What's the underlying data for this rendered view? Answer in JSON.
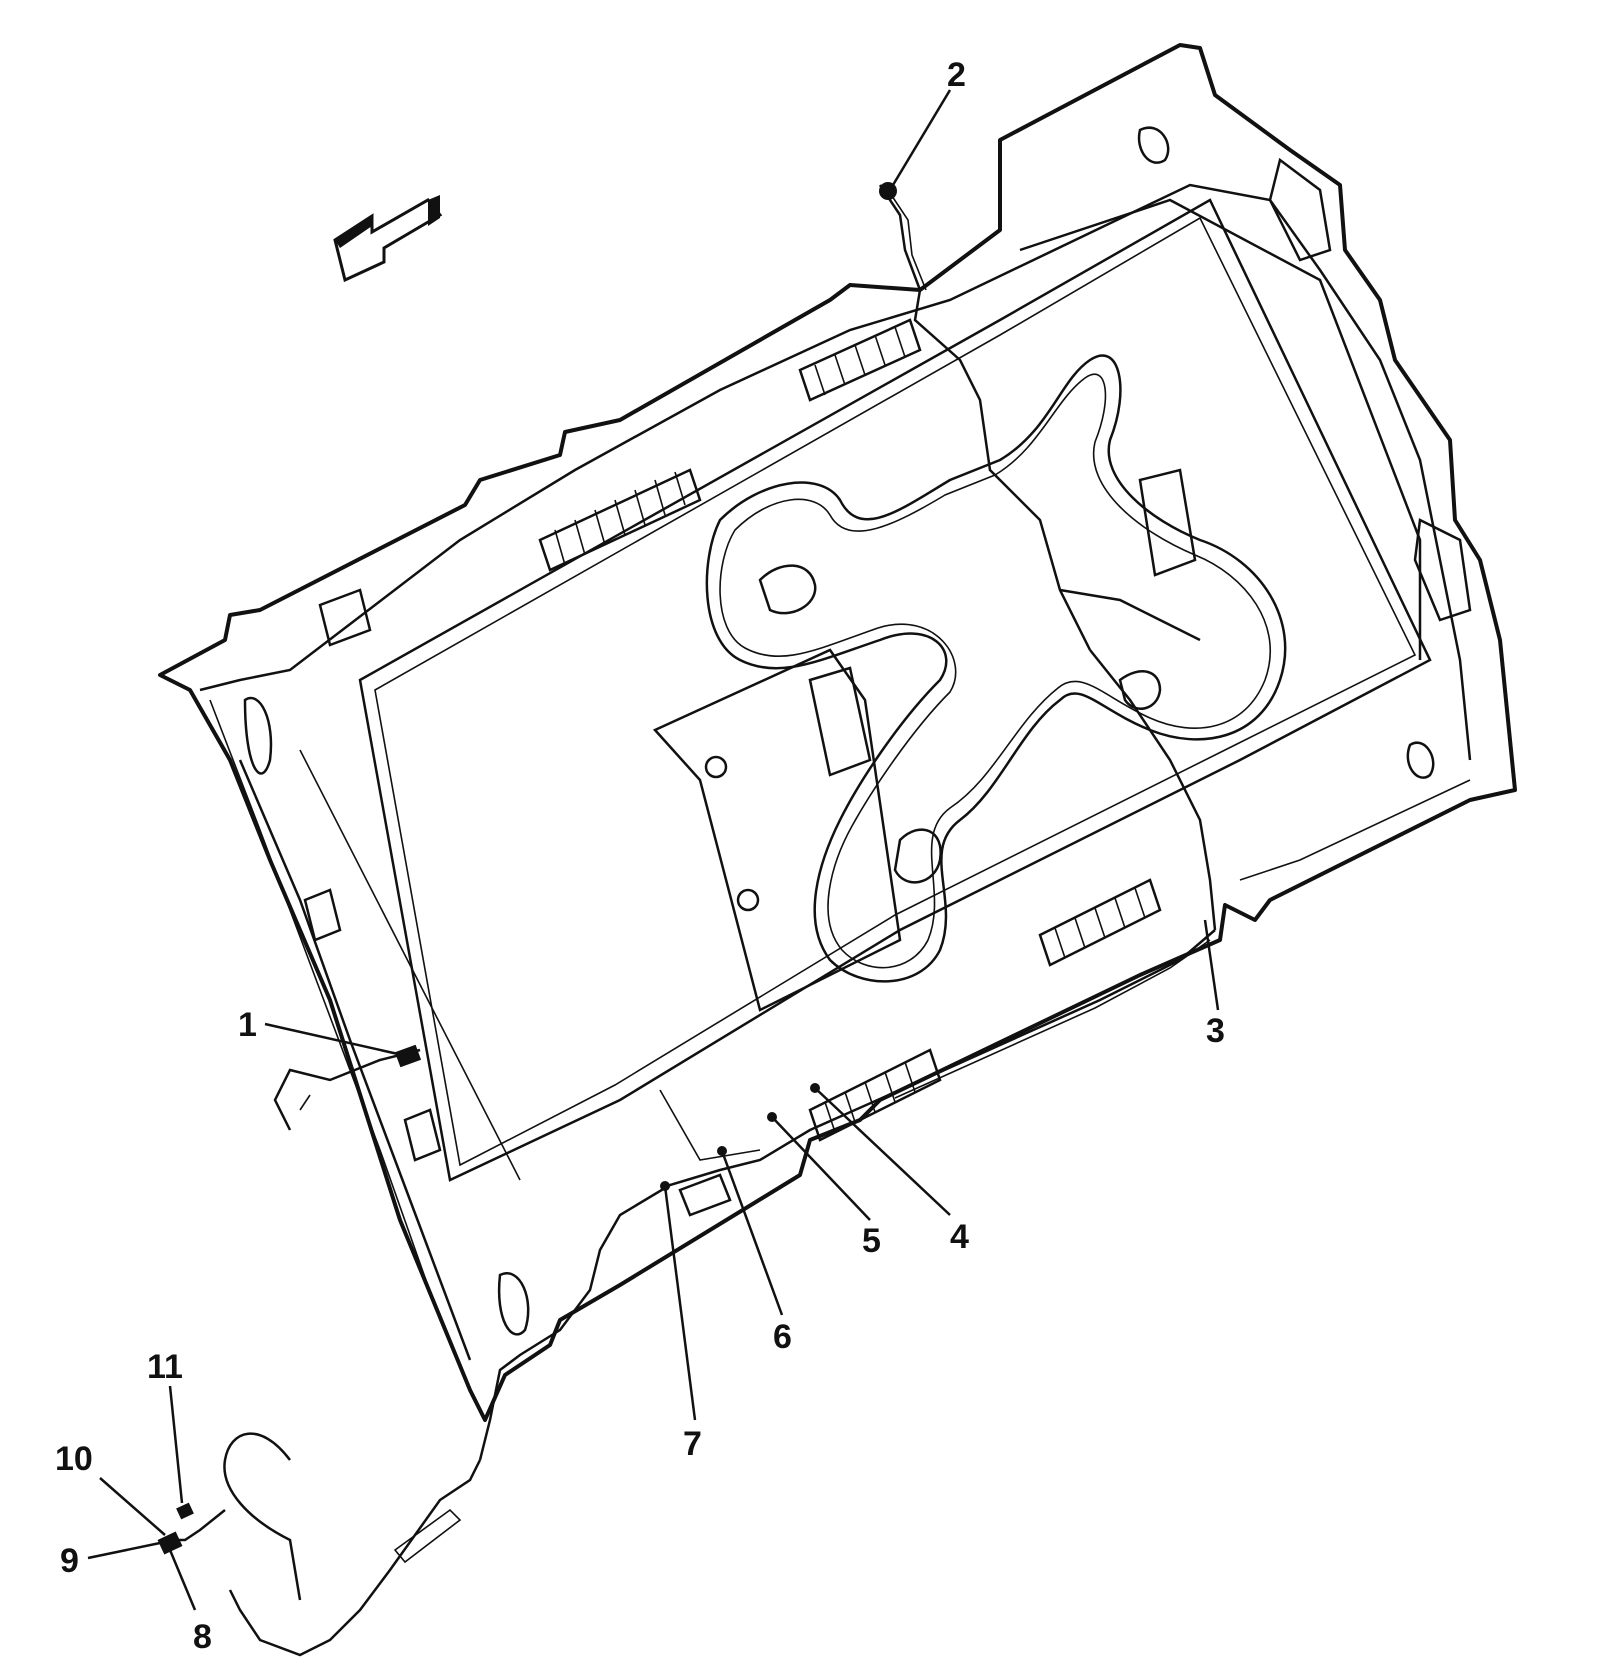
{
  "diagram": {
    "callouts": [
      {
        "id": "1",
        "label": "1"
      },
      {
        "id": "2",
        "label": "2"
      },
      {
        "id": "3",
        "label": "3"
      },
      {
        "id": "4",
        "label": "4"
      },
      {
        "id": "5",
        "label": "5"
      },
      {
        "id": "6",
        "label": "6"
      },
      {
        "id": "7",
        "label": "7"
      },
      {
        "id": "8",
        "label": "8"
      },
      {
        "id": "9",
        "label": "9"
      },
      {
        "id": "10",
        "label": "10"
      },
      {
        "id": "11",
        "label": "11"
      }
    ],
    "colors": {
      "line": "#111111",
      "background": "#ffffff"
    },
    "icons": [
      "forward-direction-arrow-icon"
    ]
  }
}
